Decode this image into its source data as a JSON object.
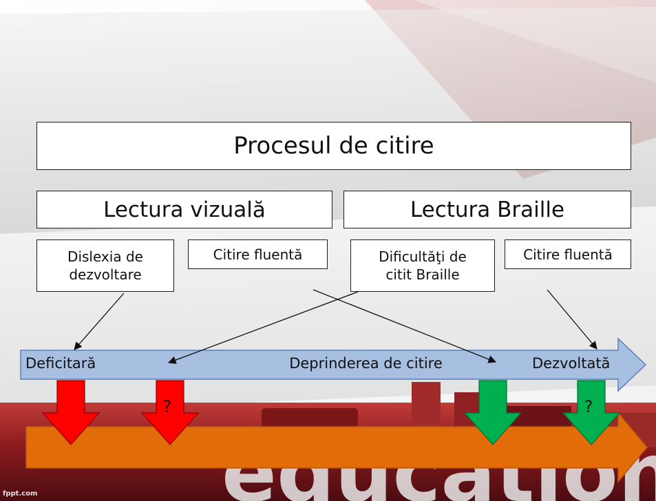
{
  "diagram": {
    "title": "Procesul de citire",
    "branches": [
      {
        "label": "Lectura vizuală"
      },
      {
        "label": "Lectura Braille"
      }
    ],
    "leaves": [
      {
        "lines": [
          "Dislexia de",
          "dezvoltare"
        ]
      },
      {
        "lines": [
          "Citire fluentă"
        ]
      },
      {
        "lines": [
          "Dificultăţi de",
          "citit Braille"
        ]
      },
      {
        "lines": [
          "Citire fluentă"
        ]
      }
    ],
    "axis": {
      "left": "Deficitară",
      "center": "Deprinderea de citire",
      "right": "Dezvoltată"
    },
    "markers": [
      "?",
      "?"
    ]
  },
  "background": {
    "word": "education",
    "site": "fppt.com"
  },
  "colors": {
    "axis_fill": "#a7bfe0",
    "axis_stroke": "#5a7fb8",
    "bottom_arrow": "#e36c0a",
    "down_red": "#ff0000",
    "down_green": "#00b050"
  }
}
